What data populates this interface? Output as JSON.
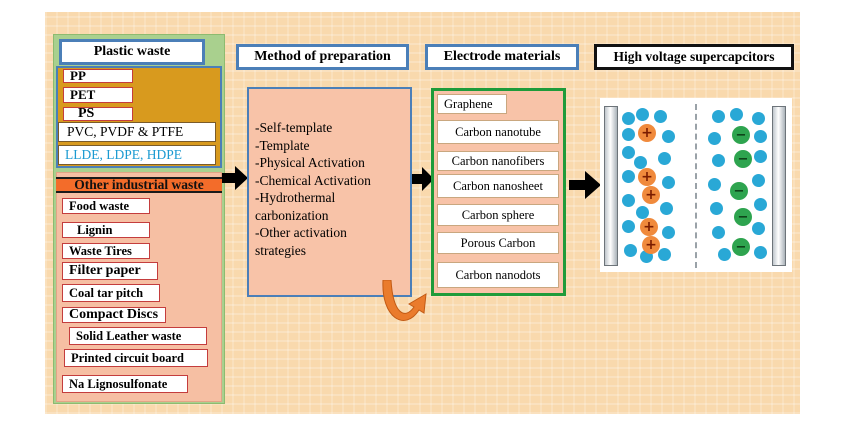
{
  "plastic_waste": {
    "title": "Plastic waste",
    "items": [
      "PP",
      "PET",
      "PS",
      "PVC, PVDF & PTFE",
      "LLDE,  LDPE, HDPE"
    ]
  },
  "industrial_waste": {
    "title": "Other industrial waste",
    "items": [
      "Food waste",
      "Lignin",
      "Waste Tires",
      "Filter paper",
      "Coal tar pitch",
      "Compact Discs",
      "Solid Leather waste",
      "Printed circuit board",
      "Na Lignosulfonate"
    ]
  },
  "method": {
    "title": "Method of preparation",
    "lines": [
      "-Self-template",
      "-Template",
      "-Physical Activation",
      "-Chemical Activation",
      "-Hydrothermal",
      "carbonization",
      "-Other activation",
      "strategies"
    ]
  },
  "electrode": {
    "title": "Electrode materials",
    "items": [
      "Graphene",
      "Carbon nanotube",
      "Carbon nanofibers",
      "Carbon nanosheet",
      "Carbon sphere",
      "Porous Carbon",
      "Carbon nanodots"
    ]
  },
  "supercapacitor": {
    "title": "High voltage supercapcitors",
    "positive_ion": "+",
    "negative_ion": "−"
  },
  "colors": {
    "background": "#f9d9ad",
    "header_border": "#4b7fb8",
    "plastic_panel": "#d89a1e",
    "industrial_panel": "#f6bfa3",
    "method_panel": "#f8c3a8",
    "electrode_border": "#1f9b3a",
    "ion_positive": "#f08a3c",
    "ion_negative": "#2ea44f",
    "electrolyte": "#29a8d6"
  }
}
